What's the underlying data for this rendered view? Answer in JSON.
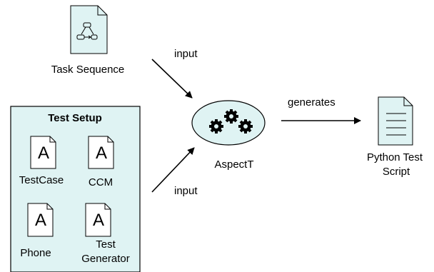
{
  "task_sequence": {
    "label": "Task Sequence"
  },
  "arrows": {
    "input_top": "input",
    "input_bottom": "input",
    "generates": "generates"
  },
  "aspectt": {
    "label": "AspectT"
  },
  "output": {
    "line1": "Python Test",
    "line2": "Script"
  },
  "test_setup": {
    "title": "Test Setup",
    "items": [
      {
        "glyph": "A",
        "label": "TestCase"
      },
      {
        "glyph": "A",
        "label": "CCM"
      },
      {
        "glyph": "A",
        "label": "Phone"
      },
      {
        "glyph": "A",
        "label": "Test",
        "label2": "Generator"
      }
    ]
  },
  "colors": {
    "fill": "#dff3f3",
    "stroke": "#000000"
  }
}
